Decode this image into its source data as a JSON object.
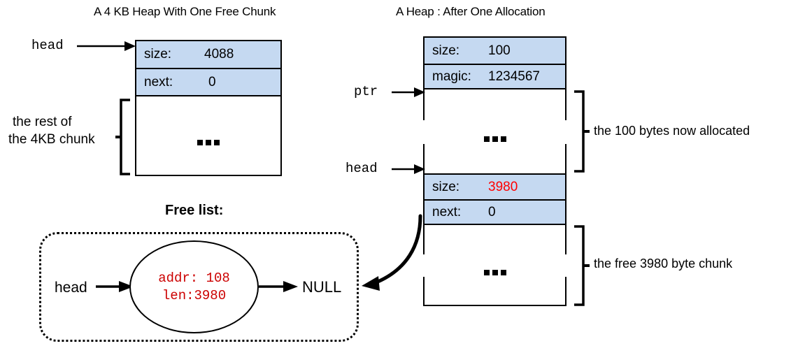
{
  "figure": {
    "left_title": "A 4 KB Heap With One Free Chunk",
    "right_title": "A Heap : After One Allocation",
    "free_list_title": "Free list:"
  },
  "colors": {
    "header_fill": "#c5d9f1",
    "stroke": "#000000",
    "highlight_red": "#ff0000",
    "freelist_red": "#cc0000"
  },
  "left_heap": {
    "pointer_label": "head",
    "rows": [
      {
        "key": "size:",
        "value": "4088"
      },
      {
        "key": "next:",
        "value": "0"
      }
    ],
    "body_ellipsis": "...",
    "bracket_label_line1": "the rest of",
    "bracket_label_line2": "the 4KB chunk"
  },
  "right_heap": {
    "allocated_chunk": {
      "rows": [
        {
          "key": "size:",
          "value": "100"
        },
        {
          "key": "magic:",
          "value": "1234567"
        }
      ],
      "pointer_label": "ptr",
      "body_ellipsis": "...",
      "bracket_label": "the 100 bytes now allocated"
    },
    "free_chunk": {
      "rows": [
        {
          "key": "size:",
          "value": "3980"
        },
        {
          "key": "next:",
          "value": "0"
        }
      ],
      "pointer_label": "head",
      "body_ellipsis": "...",
      "bracket_label": "the free 3980 byte chunk"
    }
  },
  "free_list": {
    "head_label": "head",
    "node": {
      "line1": "addr: 108",
      "line2": "len:3980"
    },
    "null_label": "NULL"
  }
}
